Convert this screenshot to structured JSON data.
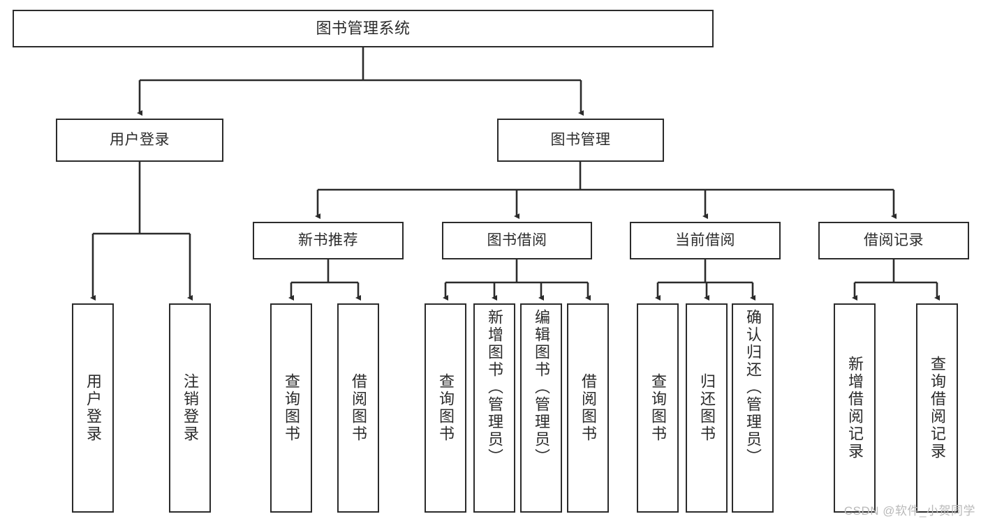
{
  "diagram": {
    "type": "tree-hierarchy",
    "title": "图书管理系统",
    "root": {
      "label": "图书管理系统"
    },
    "level1": [
      {
        "label": "用户登录"
      },
      {
        "label": "图书管理"
      }
    ],
    "level2": [
      {
        "label": "新书推荐"
      },
      {
        "label": "图书借阅"
      },
      {
        "label": "当前借阅"
      },
      {
        "label": "借阅记录"
      }
    ],
    "leaves": [
      {
        "label": "用户登录",
        "parent": "用户登录",
        "align": "mid"
      },
      {
        "label": "注销登录",
        "parent": "用户登录",
        "align": "mid"
      },
      {
        "label": "查询图书",
        "parent": "新书推荐",
        "align": "mid"
      },
      {
        "label": "借阅图书",
        "parent": "新书推荐",
        "align": "mid"
      },
      {
        "label": "查询图书",
        "parent": "图书借阅",
        "align": "mid"
      },
      {
        "label": "新增图书（管理员）",
        "parent": "图书借阅",
        "align": "top"
      },
      {
        "label": "编辑图书（管理员）",
        "parent": "图书借阅",
        "align": "top"
      },
      {
        "label": "借阅图书",
        "parent": "图书借阅",
        "align": "mid"
      },
      {
        "label": "查询图书",
        "parent": "当前借阅",
        "align": "mid"
      },
      {
        "label": "归还图书",
        "parent": "当前借阅",
        "align": "mid"
      },
      {
        "label": "确认归还（管理员）",
        "parent": "当前借阅",
        "align": "top"
      },
      {
        "label": "新增借阅记录",
        "parent": "借阅记录",
        "align": "mid"
      },
      {
        "label": "查询借阅记录",
        "parent": "借阅记录",
        "align": "mid"
      }
    ]
  },
  "colors": {
    "stroke": "#2b2b2b",
    "fill": "#ffffff",
    "text": "#2b2b2b",
    "watermark": "#b9b9b9"
  },
  "watermark": {
    "text": "CSDN @软件_小贺同学"
  }
}
